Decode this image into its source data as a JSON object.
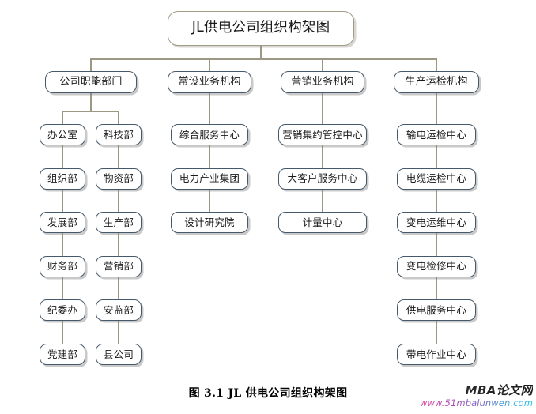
{
  "figure": {
    "caption": "图 3.1 JL 供电公司组织构架图",
    "root": {
      "label": "JL供电公司组织构架图"
    },
    "colors": {
      "node_border": "#46596a",
      "root_border": "#a39b84",
      "connector": "#9d9883",
      "background": "#ffffff",
      "caption_text": "#000000"
    },
    "branches": [
      {
        "id": "functional",
        "label": "公司职能部门",
        "subcolumns": [
          {
            "id": "functional-left",
            "items": [
              {
                "label": "办公室"
              },
              {
                "label": "组织部"
              },
              {
                "label": "发展部"
              },
              {
                "label": "财务部"
              },
              {
                "label": "纪委办"
              },
              {
                "label": "党建部"
              }
            ]
          },
          {
            "id": "functional-right",
            "items": [
              {
                "label": "科技部"
              },
              {
                "label": "物资部"
              },
              {
                "label": "生产部"
              },
              {
                "label": "营销部"
              },
              {
                "label": "安监部"
              },
              {
                "label": "县公司"
              }
            ]
          }
        ]
      },
      {
        "id": "standing-business",
        "label": "常设业务机构",
        "subcolumns": [
          {
            "id": "standing-business-main",
            "items": [
              {
                "label": "综合服务中心"
              },
              {
                "label": "电力产业集团"
              },
              {
                "label": "设计研究院"
              }
            ]
          }
        ]
      },
      {
        "id": "marketing-business",
        "label": "营销业务机构",
        "subcolumns": [
          {
            "id": "marketing-business-main",
            "items": [
              {
                "label": "营销集约管控中心"
              },
              {
                "label": "大客户服务中心"
              },
              {
                "label": "计量中心"
              }
            ]
          }
        ]
      },
      {
        "id": "production-inspection",
        "label": "生产运检机构",
        "subcolumns": [
          {
            "id": "production-inspection-main",
            "items": [
              {
                "label": "输电运检中心"
              },
              {
                "label": "电缆运检中心"
              },
              {
                "label": "变电运维中心"
              },
              {
                "label": "变电检修中心"
              },
              {
                "label": "供电服务中心"
              },
              {
                "label": "带电作业中心"
              }
            ]
          }
        ]
      }
    ]
  },
  "watermark": {
    "title": "MBA论文网",
    "url": "www.51mbalunwen.com"
  }
}
